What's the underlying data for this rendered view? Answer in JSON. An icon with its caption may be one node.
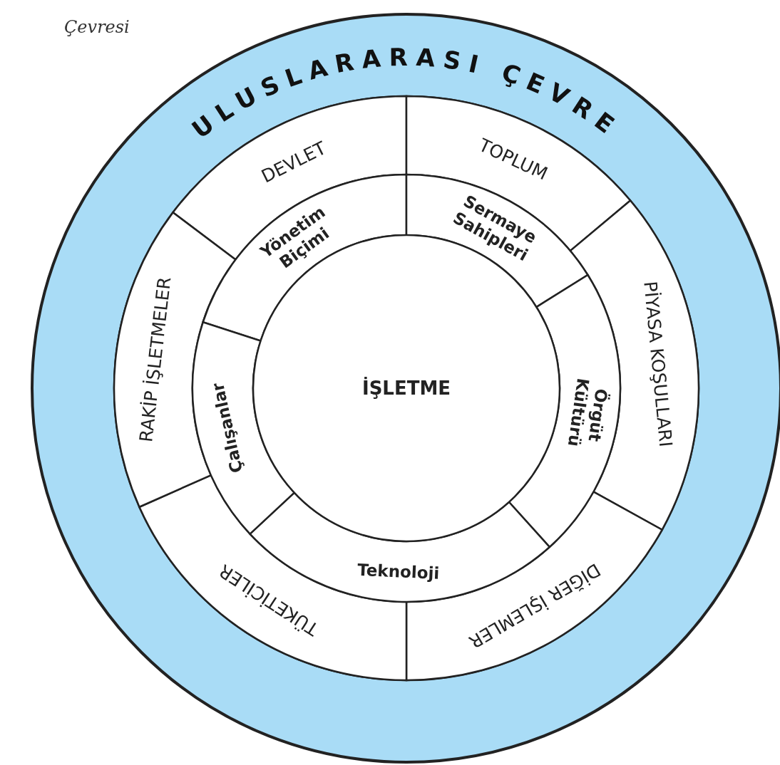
{
  "diagram": {
    "nodes": [
      {
        "text": [
          "ULUSLARARASI ÇEVRE"
        ]
      },
      {
        "text": [
          "DEVLET"
        ],
        "in": 0
      },
      {
        "text": [
          "TOPLUM"
        ],
        "in": 0
      },
      {
        "text": [
          "PİYASA KOŞULLARI"
        ],
        "in": 0
      },
      {
        "text": [
          "DİĞER İŞLEMLER"
        ],
        "in": 0
      },
      {
        "text": [
          "TÜKETİCİLER"
        ],
        "in": 0
      },
      {
        "text": [
          "RAKİP İŞLETMELER"
        ],
        "in": 0
      },
      {
        "text": [
          "Yönetim Biçimi"
        ],
        "in": 0
      },
      {
        "text": [
          "Sermaye Sahipleri"
        ],
        "in": 0
      },
      {
        "text": [
          "Örgüt Kültürü"
        ],
        "in": 0
      },
      {
        "text": [
          "Teknoloji"
        ],
        "in": 0
      },
      {
        "text": [
          "Çalışanlar"
        ],
        "in": 0
      },
      {
        "text": [
          "İŞLETME"
        ],
        "in": 0
      }
    ],
    "labels": [
      "Çevresi"
    ]
  }
}
